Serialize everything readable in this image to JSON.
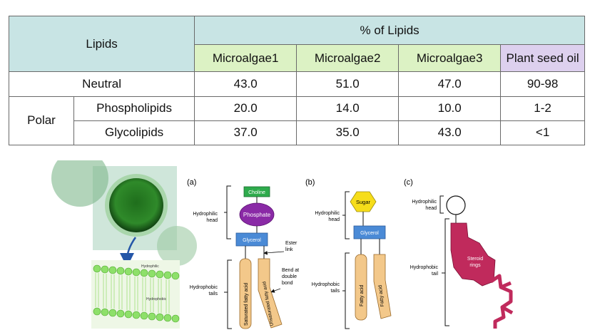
{
  "table": {
    "lipids_header": "Lipids",
    "pct_header": "% of Lipids",
    "columns": [
      "Microalgae1",
      "Microalgae2",
      "Microalgae3",
      "Plant seed oil"
    ],
    "neutral": {
      "label": "Neutral",
      "values": [
        "43.0",
        "51.0",
        "47.0",
        "90-98"
      ]
    },
    "polar_label": "Polar",
    "phospholipids": {
      "label": "Phospholipids",
      "values": [
        "20.0",
        "14.0",
        "10.0",
        "1-2"
      ]
    },
    "glycolipids": {
      "label": "Glycolipids",
      "values": [
        "37.0",
        "35.0",
        "43.0",
        "<1"
      ]
    }
  },
  "figure": {
    "membrane": {
      "hydrophilic": "Hydrophilic",
      "hydrophobic": "Hydrophobic"
    },
    "panel_a": {
      "letter": "(a)",
      "choline": "Choline",
      "phosphate": "Phosphate",
      "glycerol": "Glycerol",
      "head_label": [
        "Hydrophilic",
        "head"
      ],
      "tails_label": [
        "Hydrophobic",
        "tails"
      ],
      "ester_label": [
        "Ester",
        "link"
      ],
      "bend_label": [
        "Bend at",
        "double",
        "bond"
      ],
      "saturated": "Saturated fatty acid",
      "unsaturated": "Unsaturated fatty acid"
    },
    "panel_b": {
      "letter": "(b)",
      "sugar": "Sugar",
      "glycerol": "Glycerol",
      "head_label": [
        "Hydrophilic",
        "head"
      ],
      "tails_label": [
        "Hydrophobic",
        "tails"
      ],
      "fatty1": "Fatty acid",
      "fatty2": "Fatty acid"
    },
    "panel_c": {
      "letter": "(c)",
      "head_label": [
        "Hydrophilic",
        "head"
      ],
      "tail_label": [
        "Hydrophobic",
        "tail"
      ],
      "steroid": [
        "Steroid",
        "rings"
      ]
    }
  }
}
